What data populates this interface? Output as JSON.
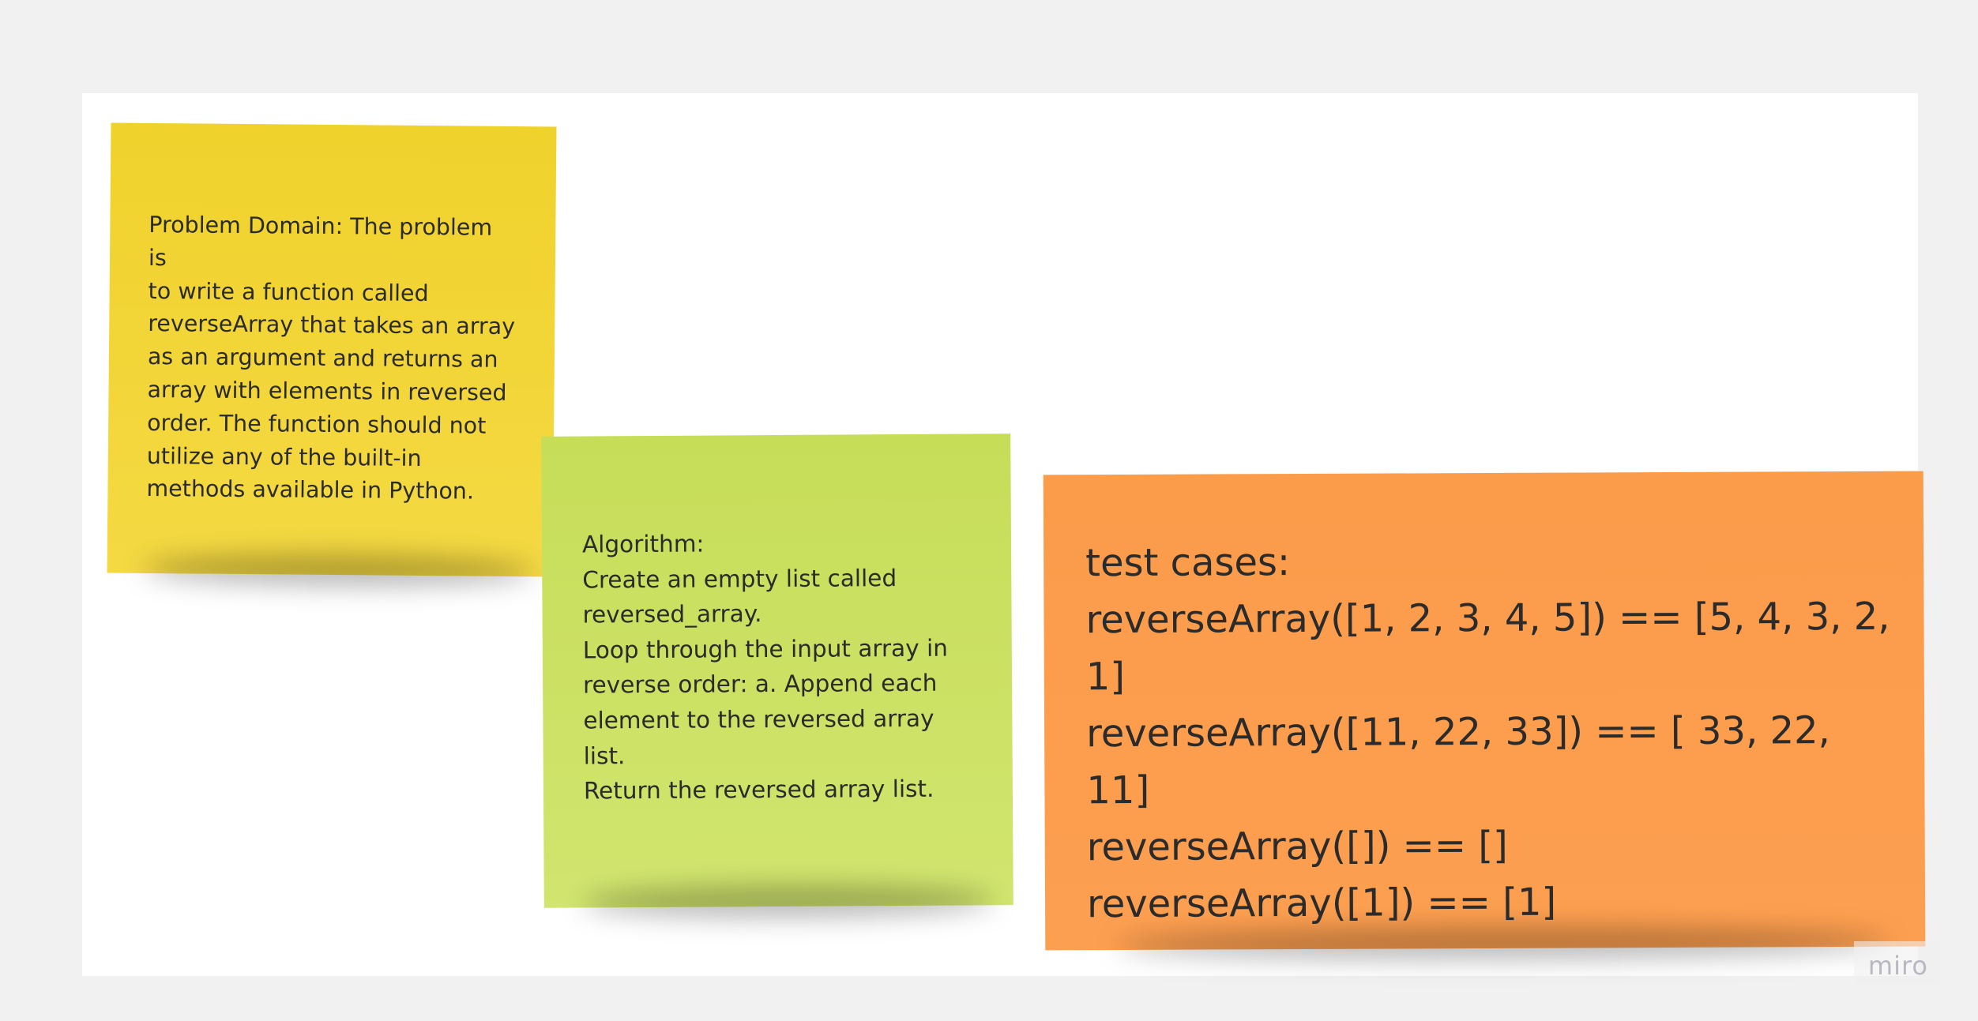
{
  "board": {
    "background_color": "#ffffff"
  },
  "notes": [
    {
      "color": "#f2d434",
      "text": "Problem Domain: The problem is\nto write a function called\nreverseArray that takes an array\nas an argument and returns an\narray with elements in reversed\norder. The function should not\nutilize any of the built-in\nmethods available in Python."
    },
    {
      "color": "#cbe160",
      "text": "Algorithm:\nCreate an empty list called\nreversed_array.\nLoop through the input array in\nreverse order: a. Append each\nelement to the reversed array\nlist.\nReturn the reversed array list."
    },
    {
      "color": "#fb9e4d",
      "text": "test cases:\nreverseArray([1, 2, 3, 4, 5]) == [5, 4, 3, 2,\n1]\nreverseArray([11, 22, 33]) == [ 33, 22, 11]\nreverseArray([]) == []\nreverseArray([1]) == [1]"
    }
  ],
  "branding": {
    "logo_text": "miro"
  }
}
